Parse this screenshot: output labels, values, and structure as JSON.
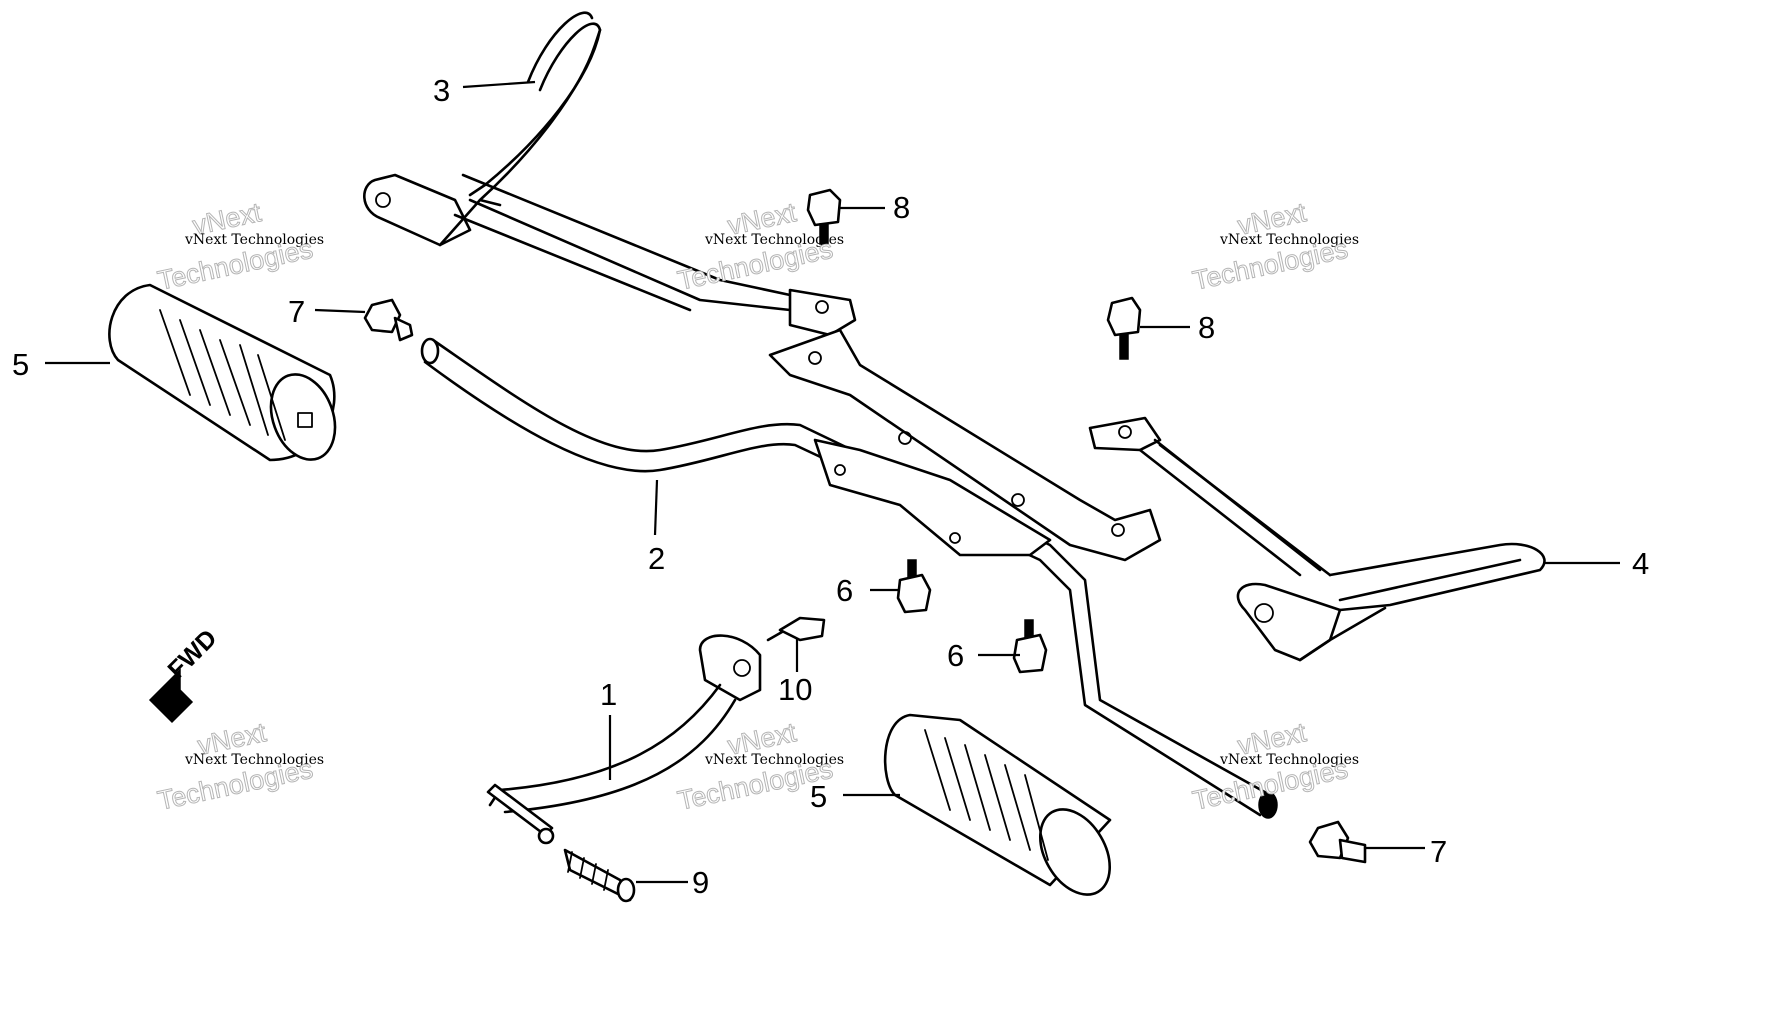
{
  "callouts": {
    "c1": "1",
    "c2": "2",
    "c3": "3",
    "c4": "4",
    "c5a": "5",
    "c5b": "5",
    "c6a": "6",
    "c6b": "6",
    "c7a": "7",
    "c7b": "7",
    "c8a": "8",
    "c8b": "8",
    "c9": "9",
    "c10": "10"
  },
  "direction_label": "FWD",
  "watermark": {
    "line_small": "vNext Technologies",
    "line_top": "vNext",
    "line_bottom": "Technologies"
  }
}
